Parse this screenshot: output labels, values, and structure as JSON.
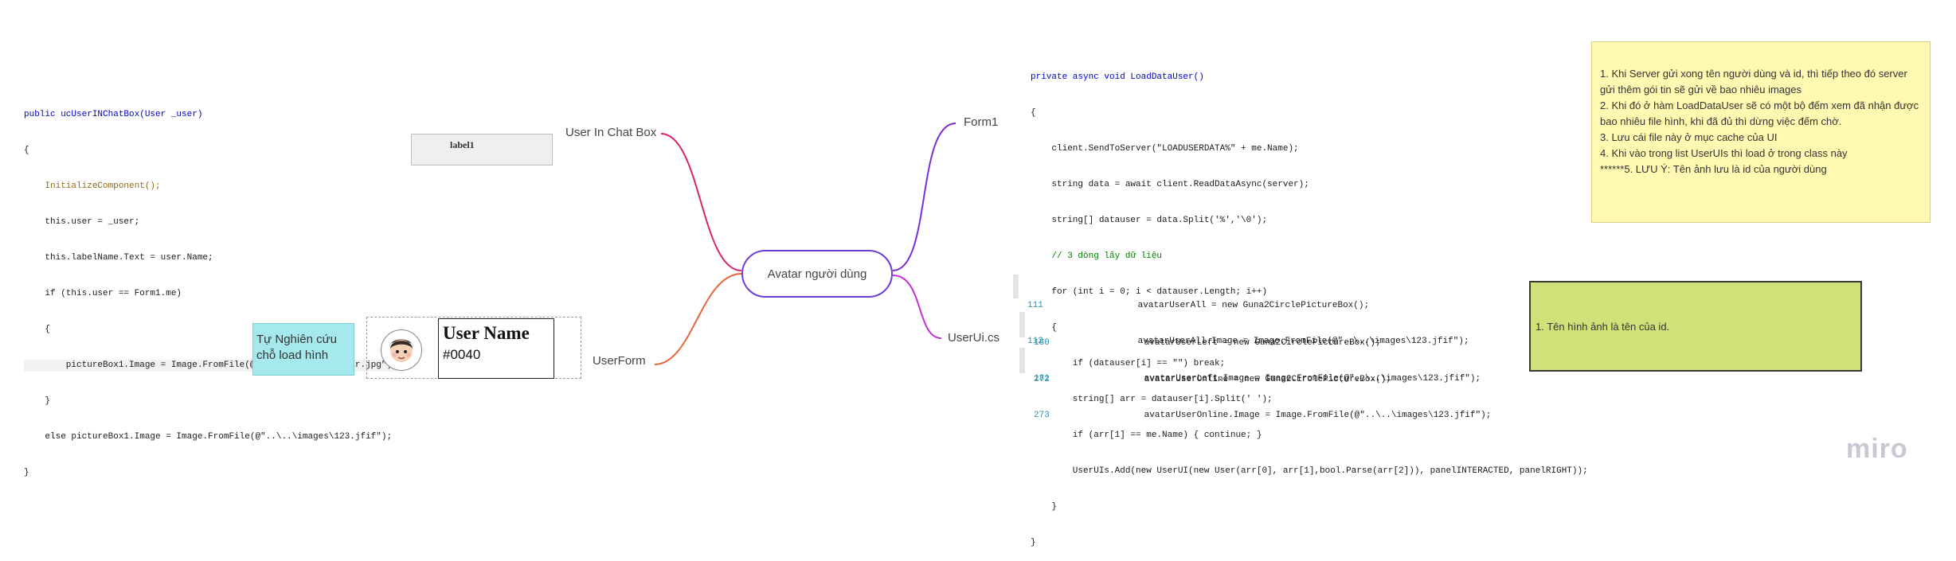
{
  "center": {
    "label": "Avatar người dùng"
  },
  "branches": {
    "chatbox": "User In Chat Box",
    "userform": "UserForm",
    "form1": "Form1",
    "useruics": "UserUi.cs"
  },
  "chatbox_code": [
    "public ucUserINChatBox(User _user)",
    "{",
    "    InitializeComponent();",
    "    this.user = _user;",
    "    this.labelName.Text = user.Name;",
    "    if (this.user == Form1.me)",
    "    {",
    "        pictureBox1.Image = Image.FromFile(@\"..\\..\\images\\avatar.jpg\");",
    "    }",
    "    else pictureBox1.Image = Image.FromFile(@\"..\\..\\images\\123.jfif\");",
    "}"
  ],
  "chatbox_label": "label1",
  "userform_note": "Tự Nghiên cứu chỗ load hình",
  "userform_card": {
    "name": "User Name",
    "tag": "#0040"
  },
  "form1_code": [
    "private async void LoadDataUser()",
    "{",
    "    client.SendToServer(\"LOADUSERDATA%\" + me.Name);",
    "    string data = await client.ReadDataAsync(server);",
    "    string[] datauser = data.Split('%','\\0');",
    "    // 3 dòng lấy dữ liệu",
    "    for (int i = 0; i < datauser.Length; i++)",
    "    {",
    "        if (datauser[i] == \"\") break;",
    "        string[] arr = datauser[i].Split(' ');",
    "        if (arr[1] == me.Name) { continue; }",
    "        UserUIs.Add(new UserUI(new User(arr[0], arr[1],bool.Parse(arr[2])), panelINTERACTED, panelRIGHT));",
    "    }",
    "}"
  ],
  "form1_note": [
    "1. Khi Server gửi xong tên người dùng và id, thì tiếp theo đó server gửi thêm gói tin sẽ gửi về bao nhiêu images",
    "2. Khi đó ở hàm LoadDataUser sẽ có một bộ đếm xem đã nhận được bao nhiêu file hình, khi đã đủ thì dừng việc đếm chờ.",
    "3. Lưu cái file này ở mục cache của UI",
    "4. Khi vào trong list UserUIs thì load ở trong class này",
    "******5. LƯU Ý: Tên ảnh lưu là id của người dùng"
  ],
  "useruics_code": [
    {
      "nums": [
        "111",
        "112"
      ],
      "lines": [
        "avatarUserAll = new Guna2CirclePictureBox();",
        "avatarUserAll.Image = Image.FromFile(@\"..\\..\\images\\123.jfif\");"
      ]
    },
    {
      "nums": [
        "180",
        "181"
      ],
      "lines": [
        "avatarUserLeft = new Guna2CirclePictureBox();",
        "avatarUserLeft.Image = Image.FromFile(@\"..\\..\\images\\123.jfif\");"
      ]
    },
    {
      "nums": [
        "272",
        "273"
      ],
      "lines": [
        "avatarUserOnline = new Guna2CirclePictureBox();",
        "avatarUserOnline.Image = Image.FromFile(@\"..\\..\\images\\123.jfif\");"
      ]
    }
  ],
  "useruics_note": "1. Tên hình ảnh là tên của id.",
  "brand": "miro",
  "colors": {
    "center_border": "#6a3fd6",
    "chatbox_line": "#d6246e",
    "userform_line": "#e8643a",
    "form1_line": "#7a2fd6",
    "useruics_line": "#c42fd6",
    "note_yellow": "#fff9b1",
    "note_green": "#d0e17a",
    "note_cyan": "#a6e9ec"
  }
}
